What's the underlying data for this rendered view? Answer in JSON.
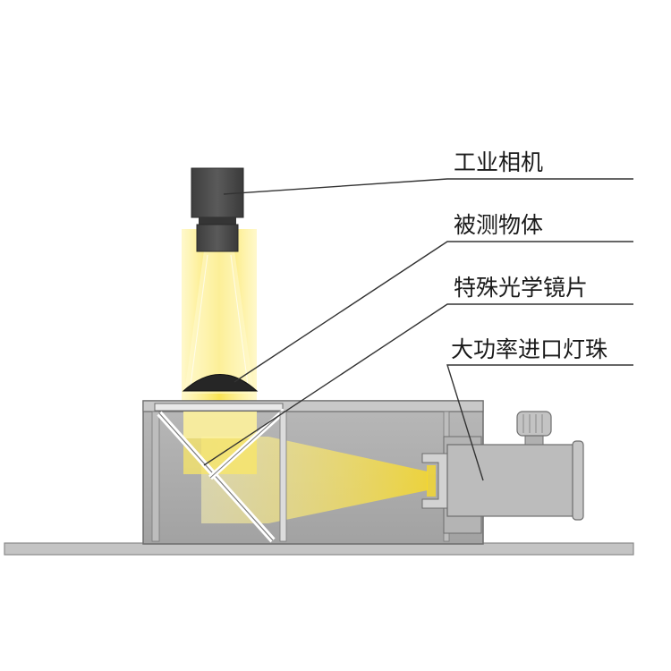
{
  "labels": {
    "camera": "工业相机",
    "object": "被测物体",
    "mirror": "特殊光学镜片",
    "led": "大功率进口灯珠"
  },
  "colors": {
    "beam_light": "#fff6b0",
    "beam_mid": "#fbe96a",
    "beam_strong": "#f7d92b",
    "housing_gray": "#a9a9a9",
    "housing_light": "#c8c8c8",
    "housing_dark": "#8a8a8a",
    "camera_dark": "#4a4a4a",
    "object_black": "#262626",
    "leader_line": "#333333",
    "label_text": "#1a1a1a"
  }
}
